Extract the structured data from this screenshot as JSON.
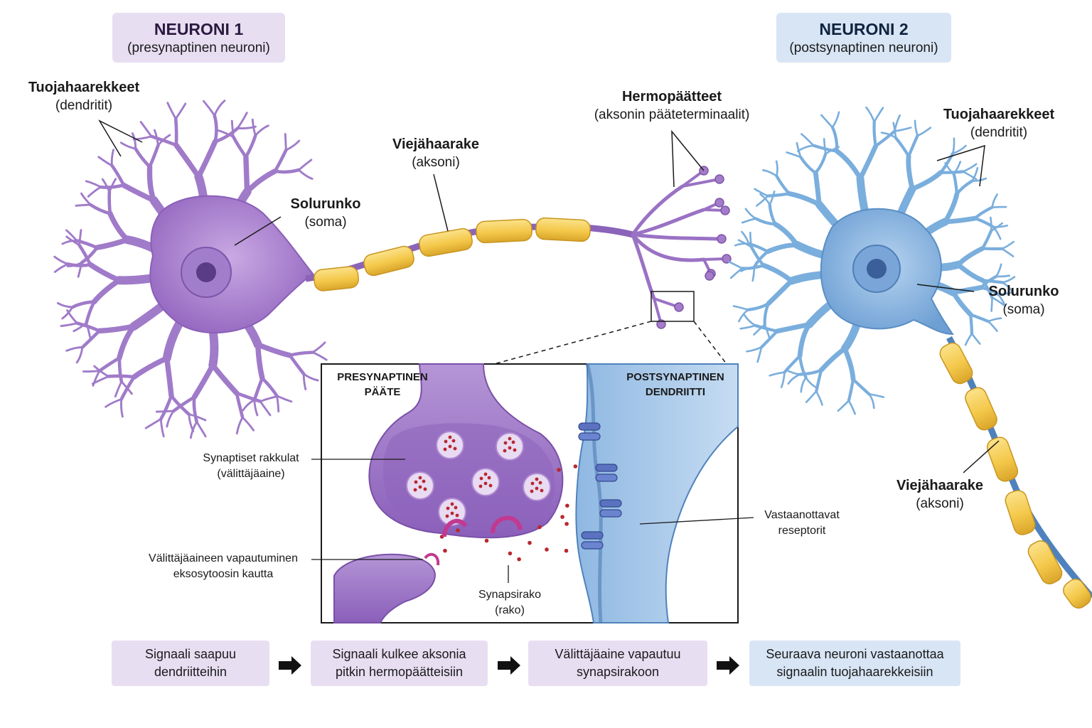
{
  "neuron1": {
    "title": "NEURONI 1",
    "subtitle": "(presynaptinen neuroni)",
    "dendrites": {
      "label": "Tuojahaarekkeet",
      "sub": "(dendritit)"
    },
    "soma": {
      "label": "Solurunko",
      "sub": "(soma)"
    },
    "axon": {
      "label": "Viejähaarake",
      "sub": "(aksoni)"
    },
    "terminals": {
      "label": "Hermopäätteet",
      "sub": "(aksonin pääteterminaalit)"
    }
  },
  "neuron2": {
    "title": "NEURONI 2",
    "subtitle": "(postsynaptinen neuroni)",
    "dendrites": {
      "label": "Tuojahaarekkeet",
      "sub": "(dendritit)"
    },
    "soma": {
      "label": "Solurunko",
      "sub": "(soma)"
    },
    "axon": {
      "label": "Viejähaarake",
      "sub": "(aksoni)"
    }
  },
  "inset": {
    "pre_title": "PRESYNAPTINEN\nPÄÄTE",
    "post_title": "POSTSYNAPTINEN\nDENDRIITTI",
    "vesicles": "Synaptiset rakkulat\n(välittäjäaine)",
    "release": "Välittäjäaineen vapautuminen\neksosytoosin kautta",
    "cleft": "Synapsirako\n(rako)",
    "receptors": "Vastaanottavat\nreseptorit"
  },
  "steps": [
    "Signaali saapuu\ndendriitteihin",
    "Signaali kulkee aksonia\npitkin hermopäätteisiin",
    "Välittäjäaine vapautuu\nsynapsirakoon",
    "Seuraava neuroni vastaanottaa\nsignaalin tuojahaarekkeisiin"
  ],
  "colors": {
    "neuron1": "#9b72c4",
    "neuron1_box": "#e8def2",
    "neuron2": "#6fa3d6",
    "neuron2_box": "#d8e5f5",
    "myelin": "#f4c84a",
    "neurotransmitter": "#b8282e"
  }
}
